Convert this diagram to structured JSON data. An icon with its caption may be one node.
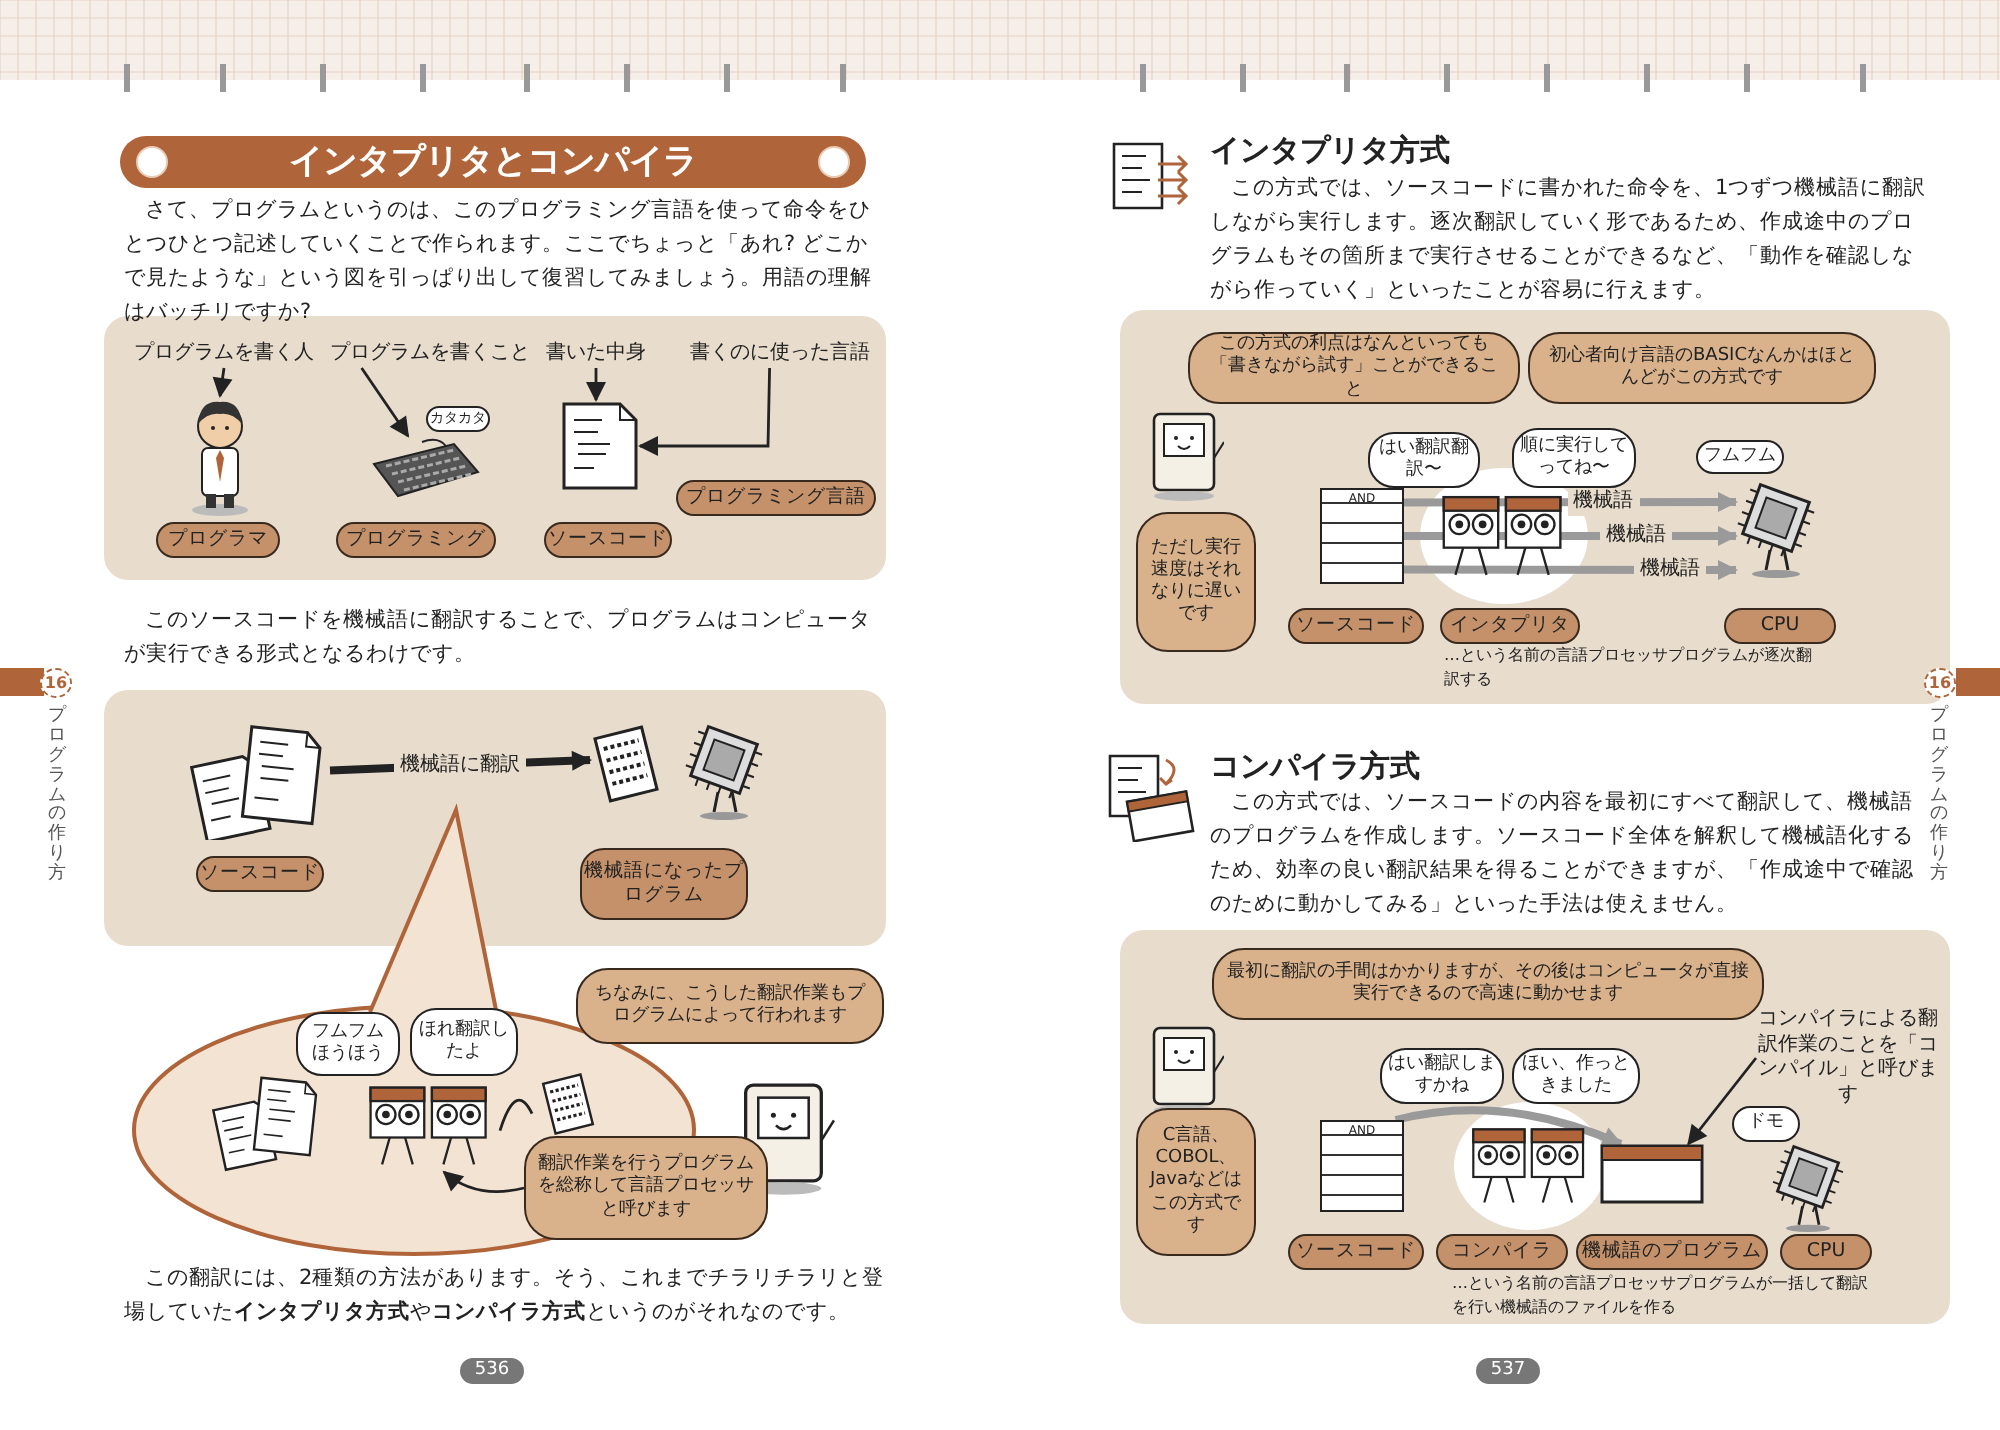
{
  "diagram": {
    "title": "インタプリタとコンパイラ",
    "nodes": [
      {
        "text": [],
        "shape": "box"
      },
      {
        "text": [
          "プログラムを書く人"
        ],
        "in": 0
      },
      {
        "text": [],
        "shape": "person",
        "in": 0
      },
      {
        "text": [
          "プログラマ"
        ],
        "in": 0
      },
      {
        "text": [
          "プログラムを書くこと"
        ],
        "in": 0
      },
      {
        "text": [],
        "shape": "picture",
        "in": 0
      },
      {
        "text": [
          "プログラミング"
        ],
        "in": 0
      },
      {
        "text": [
          "書いた中身"
        ],
        "in": 0
      },
      {
        "text": [],
        "shape": "picture",
        "in": 0
      },
      {
        "text": [
          "書くのに使った言語"
        ],
        "in": 0
      },
      {
        "text": [
          "ソースコード"
        ],
        "in": 0
      },
      {
        "text": [
          "プログラミング言語"
        ],
        "in": 0
      },
      {
        "text": [],
        "shape": "box"
      },
      {
        "text": [],
        "shape": "picture",
        "in": 12
      },
      {
        "text": [
          "ソースコード"
        ],
        "in": 12
      },
      {
        "text": [],
        "shape": "picture",
        "in": 12
      },
      {
        "text": [
          "機械語になったプログラム"
        ],
        "in": 12
      },
      {
        "text": [],
        "shape": "picture"
      },
      {
        "text": [],
        "shape": "picture"
      },
      {
        "text": [
          "フムフムほうほう"
        ]
      },
      {
        "text": [
          "ほれ翻訳したよ"
        ]
      },
      {
        "text": [
          "ちなみに、こうした翻訳作業もプログラムによって行われます"
        ]
      },
      {
        "text": [
          "翻訳作業を行うプログラムを総称して言語プロセッサと呼びます"
        ]
      },
      {
        "text": [],
        "shape": "box"
      },
      {
        "text": [
          "この方式の利点はなんといっても「書きながら試す」ことができること"
        ],
        "in": 23
      },
      {
        "text": [
          "初心者向け言語のBASICなんかはほとんどがこの方式です"
        ],
        "in": 23
      },
      {
        "text": [
          "ただし実行速度はそれなりに遅いです"
        ],
        "in": 23
      },
      {
        "text": [
          "AND"
        ],
        "in": 23
      },
      {
        "text": [],
        "shape": "picture",
        "in": 23
      },
      {
        "text": [
          "はい翻訳翻訳〜"
        ],
        "in": 23
      },
      {
        "text": [
          "順に実行してってね〜"
        ],
        "in": 23
      },
      {
        "text": [
          "フムフム"
        ],
        "in": 23
      },
      {
        "text": [
          "ソースコード"
        ],
        "in": 23
      },
      {
        "text": [
          "インタプリタ"
        ],
        "in": 23
      },
      {
        "text": [
          "CPU"
        ],
        "in": 23
      },
      {
        "text": [],
        "shape": "box"
      },
      {
        "text": [
          "最初に翻訳の手間はかかりますが、その後はコンピュータが直接実行できるので高速に動かせます"
        ],
        "in": 35
      },
      {
        "text": [
          "C言語、COBOL、Javaなどはこの方式です"
        ],
        "in": 35
      },
      {
        "text": [
          "AND"
        ],
        "in": 35
      },
      {
        "text": [],
        "shape": "picture",
        "in": 35
      },
      {
        "text": [
          "はい翻訳しますかね"
        ],
        "in": 35
      },
      {
        "text": [
          "ほい、作っときました"
        ],
        "in": 35
      },
      {
        "text": [
          "コンパイラによる翻訳作業のことを「コンパイル」と呼びます"
        ],
        "in": 35
      },
      {
        "text": [
          "ドモ"
        ],
        "in": 35
      },
      {
        "text": [
          "ソースコード"
        ],
        "in": 35
      },
      {
        "text": [
          "コンパイラ"
        ],
        "in": 35
      },
      {
        "text": [
          "機械語のプログラム"
        ],
        "in": 35
      },
      {
        "text": [
          "CPU"
        ],
        "in": 35
      }
    ],
    "edges": [
      {
        "from": 1,
        "to": 2,
        "arrow": "to"
      },
      {
        "from": 4,
        "to": 5,
        "arrow": "to"
      },
      {
        "from": 7,
        "to": 8,
        "arrow": "to"
      },
      {
        "from": 9,
        "to": 8,
        "arrow": "to"
      },
      {
        "from": 13,
        "to": 15,
        "arrow": "to",
        "label": "機械語に翻訳",
        "style": "thick"
      },
      {
        "from": 17,
        "to": 18,
        "arrow": "none"
      },
      {
        "from": 22,
        "to": 17,
        "arrow": "to"
      },
      {
        "from": 27,
        "to": 28,
        "arrow": "to",
        "label": "機械語",
        "style": "thick",
        "color": "#9a9a9a"
      },
      {
        "from": 27,
        "to": 28,
        "arrow": "to",
        "label": "機械語",
        "style": "thick",
        "color": "#9a9a9a"
      },
      {
        "from": 27,
        "to": 28,
        "arrow": "to",
        "label": "機械語",
        "style": "thick",
        "color": "#9a9a9a"
      },
      {
        "from": 38,
        "to": 39,
        "arrow": "to",
        "style": "thick",
        "color": "#9a9a9a"
      },
      {
        "from": 42,
        "to": 39,
        "arrow": "to"
      }
    ],
    "labels": [
      "さて、プログラムというのは、このプログラミング言語を使って命令をひとつひとつ記述していくことで作られます。ここでちょっと「あれ? どこかで見たような」という図を引っぱり出して復習してみましょう。用語の理解はバッチリですか?",
      "カタカタ",
      "このソースコードを機械語に翻訳することで、プログラムはコンピュータが実行できる形式となるわけです。",
      "この翻訳には、2種類の方法があります。そう、これまでチラリチラリと登場していた**インタプリタ方式**や**コンパイラ方式**というのがそれなのです。",
      "536",
      "インタプリタ方式",
      "この方式では、ソースコードに書かれた命令を、1つずつ機械語に翻訳しながら実行します。逐次翻訳していく形であるため、作成途中のプログラムもその箇所まで実行させることができるなど、「動作を確認しながら作っていく」といったことが容易に行えます。",
      "…という名前の言語プロセッサプログラムが逐次翻訳する",
      "コンパイラ方式",
      "この方式では、ソースコードの内容を最初にすべて翻訳して、機械語のプログラムを作成します。ソースコード全体を解釈して機械語化するため、効率の良い翻訳結果を得ることができますが、「作成途中で確認のために動かしてみる」といった手法は使えません。",
      "…という名前の言語プロセッサプログラムが一括して翻訳を行い機械語のファイルを作る",
      "537",
      "16",
      "プログラムの作り方",
      "16",
      "プログラムの作り方"
    ]
  }
}
